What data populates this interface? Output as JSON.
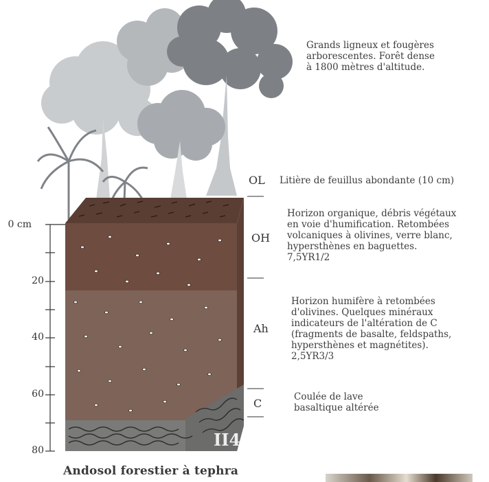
{
  "vegetation_note": "Grands ligneux et fougères\narborescentes. Forêt dense\nà 1800 mètres d'altitude.",
  "horizons": [
    {
      "code": "OL",
      "description": "Litière de feuillus abondante (10 cm)"
    },
    {
      "code": "OH",
      "description": "Horizon organique, débris végétaux\nen voie d'humification. Retombées\nvolcaniques à olivines, verre blanc,\nhypersthènes en baguettes.\n7,5YR1/2"
    },
    {
      "code": "Ah",
      "description": "Horizon humifère à retombées\nd'olivines. Quelques minéraux\nindicateurs de l'altération de C\n(fragments de basalte, feldspaths,\nhypersthènes et magnétites).\n2,5YR3/3"
    },
    {
      "code": "C",
      "description": "Coulée de lave\nbasaltique altérée"
    }
  ],
  "depth_scale": {
    "labels": [
      "0 cm",
      "20",
      "40",
      "60",
      "80"
    ],
    "values_cm": [
      0,
      20,
      40,
      60,
      80
    ]
  },
  "plate_id": "II4",
  "title": "Andosol forestier à tephra",
  "colors": {
    "oh_horizon": "#6e4c40",
    "ah_horizon": "#7e6359",
    "c_horizon": "#7a7a78",
    "top_litter": "#5a3e33",
    "trees": "#9a9ea2"
  }
}
